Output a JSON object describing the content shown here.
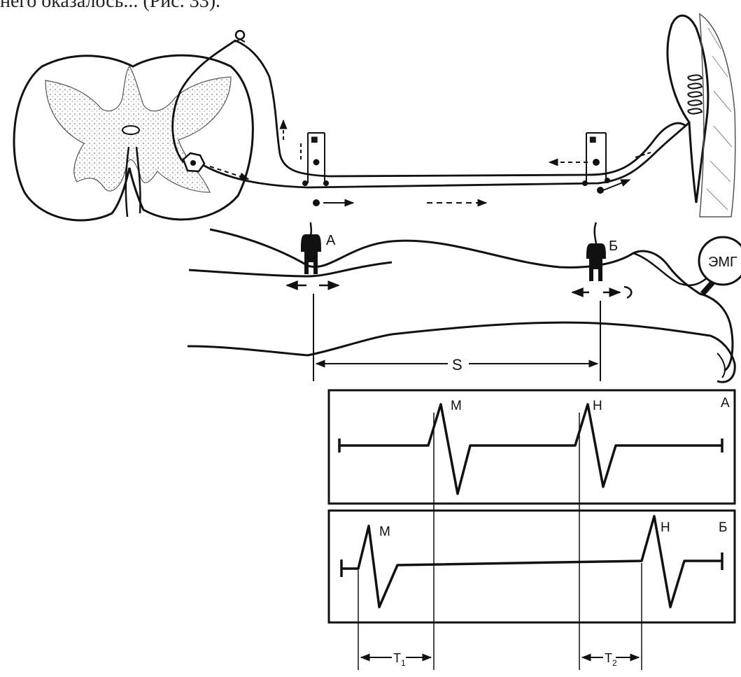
{
  "caption": "него оказалось... (Рис. 33).",
  "colors": {
    "ink": "#111111",
    "paper": "#ffffff",
    "stipple": "#777777"
  },
  "labels": {
    "electrode_a": "А",
    "electrode_b": "Б",
    "emg": "ЭМГ",
    "distance": "S",
    "trace_a": "А",
    "trace_b": "Б",
    "peak_m": "М",
    "peak_h": "Н",
    "t1": "T",
    "t1_sub": "1",
    "t2": "T",
    "t2_sub": "2"
  },
  "icons": [
    "spinal-cord-section",
    "motor-neuron",
    "muscle",
    "stimulating-electrode",
    "recording-probe"
  ]
}
